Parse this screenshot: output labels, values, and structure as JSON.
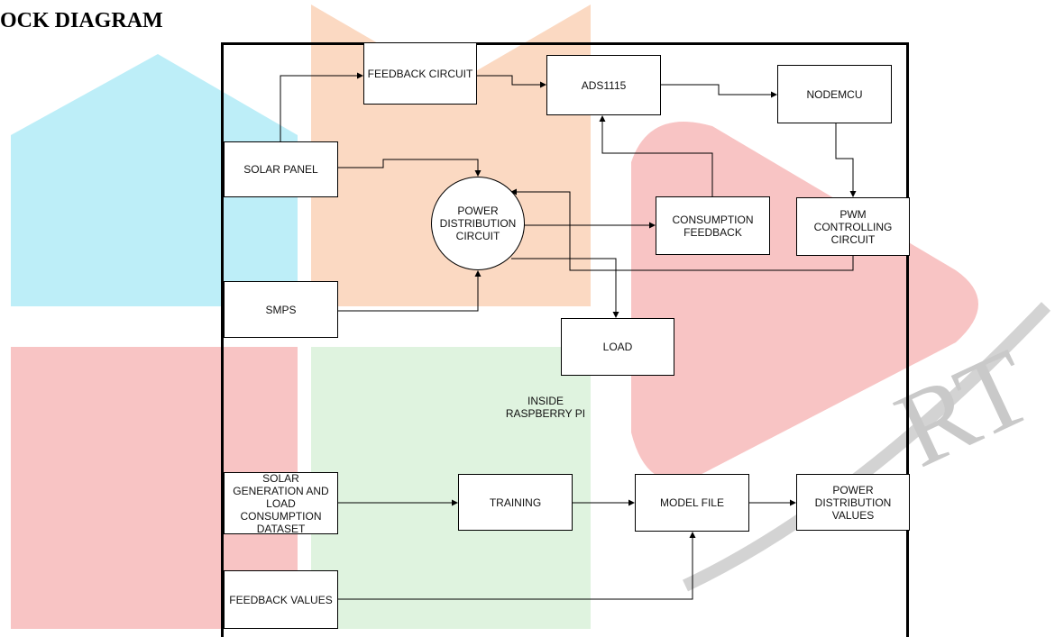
{
  "heading": "OCK DIAGRAM",
  "watermark": {
    "letters": [
      "I",
      "J",
      "R",
      "T"
    ],
    "colors": {
      "cyan": "#bdeef8",
      "orange": "#fbd9c2",
      "red": "#f8c4c4",
      "green": "#dff3df",
      "gray": "#c9c9c9"
    }
  },
  "blocks": {
    "feedback_circuit": "FEEDBACK CIRCUIT",
    "ads1115": "ADS1115",
    "nodemcu": "NODEMCU",
    "solar_panel": "SOLAR PANEL",
    "power_distribution_circuit": "POWER\nDISTRIBUTION\nCIRCUIT",
    "consumption_feedback": "CONSUMPTION\nFEEDBACK",
    "pwm_controlling_circuit": "PWM\nCONTROLLING\nCIRCUIT",
    "smps": "SMPS",
    "load": "LOAD",
    "inside_raspberry_pi": "INSIDE\nRASPBERRY PI",
    "dataset": "SOLAR\nGENERATION AND\nLOAD\nCONSUMPTION\nDATASET",
    "training": "TRAINING",
    "model_file": "MODEL FILE",
    "power_distribution_values": "POWER\nDISTRIBUTION\nVALUES",
    "feedback_values": "FEEDBACK VALUES"
  }
}
